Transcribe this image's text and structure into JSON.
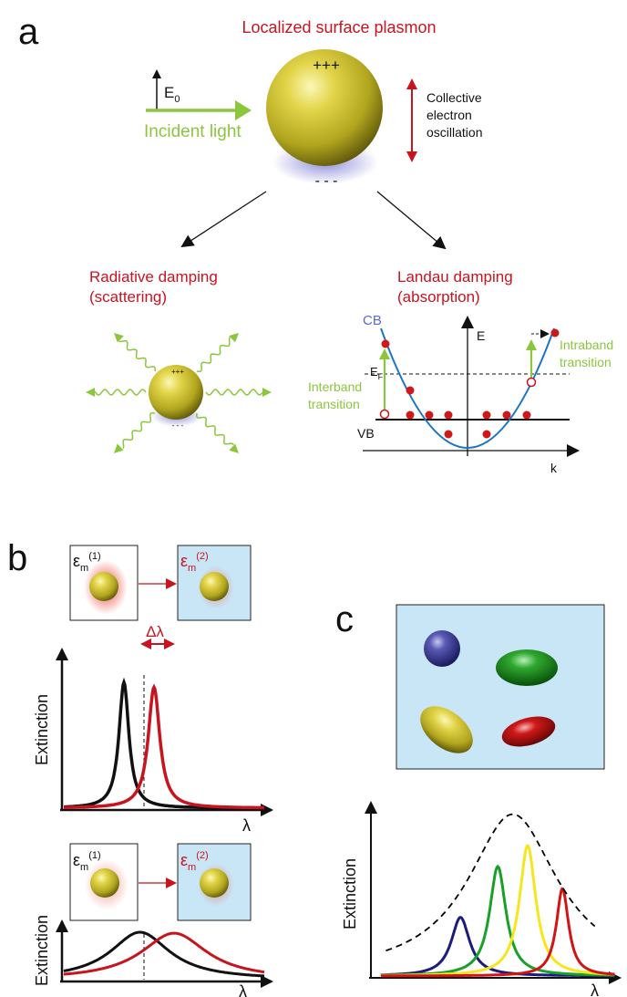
{
  "panel_a": {
    "letter": "a",
    "title": "Localized surface plasmon",
    "plus": "+++",
    "minus": "- - -",
    "field_label": "E",
    "field_sub": "0",
    "incident": "Incident light",
    "oscillation": [
      "Collective",
      "electron",
      "oscillation"
    ],
    "radiative": [
      "Radiative damping",
      "(scattering)"
    ],
    "small_plus": "+++",
    "small_minus": "- - -",
    "landau": [
      "Landau damping",
      "(absorption)"
    ],
    "cb": "CB",
    "vb": "VB",
    "e_axis": "E",
    "k_axis": "k",
    "ef": "E",
    "ef_sub": "F",
    "interband": [
      "Interband",
      "transition"
    ],
    "intraband": [
      "Intraband",
      "transition"
    ]
  },
  "panel_b": {
    "letter": "b",
    "eps": "ε",
    "eps_sub": "m",
    "sup1": "(1)",
    "sup2": "(2)",
    "delta": "Δλ",
    "ylabel": "Extinction",
    "xlabel": "λ",
    "colors": {
      "medium1": "#111111",
      "medium2": "#c8141e",
      "box2": "#c9e6f7"
    }
  },
  "panel_c": {
    "letter": "c",
    "ylabel": "Extinction",
    "xlabel": "λ",
    "colors": {
      "blue": "#1c1c7c",
      "green": "#18a028",
      "yellow": "#f5e61e",
      "red": "#d21414",
      "envelope": "#000000"
    }
  },
  "chart_data": [
    {
      "type": "line",
      "xlabel": "λ",
      "ylabel": "Extinction",
      "series": [
        {
          "peak": 0.3,
          "width": 0.03,
          "height": 1.0
        },
        {
          "peak": 0.45,
          "width": 0.035,
          "height": 0.96
        }
      ],
      "shift_label": "Δλ"
    },
    {
      "type": "line",
      "xlabel": "λ",
      "ylabel": "Extinction",
      "series": [
        {
          "peak": 0.38,
          "width": 0.18,
          "height": 1.0
        },
        {
          "peak": 0.55,
          "width": 0.2,
          "height": 0.98
        }
      ]
    },
    {
      "type": "line",
      "xlabel": "λ",
      "ylabel": "Extinction",
      "series": [
        {
          "peak": 0.36,
          "width": 0.045,
          "height": 0.45
        },
        {
          "peak": 0.51,
          "width": 0.04,
          "height": 0.84
        },
        {
          "peak": 0.63,
          "width": 0.04,
          "height": 1.0
        },
        {
          "peak": 0.77,
          "width": 0.03,
          "height": 0.67
        },
        {
          "peak": 0.57,
          "width": 0.22,
          "height": 1.24
        }
      ]
    }
  ]
}
